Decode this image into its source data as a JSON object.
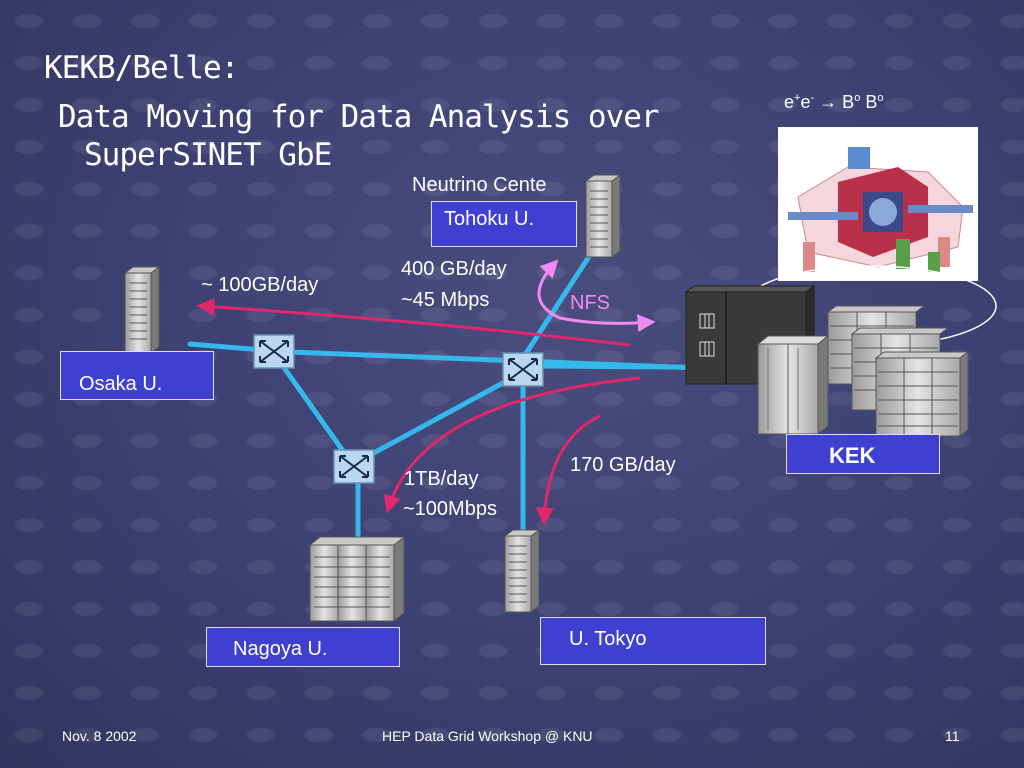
{
  "slide": {
    "title": "KEKB/Belle:",
    "subtitle": "Data Moving for Data Analysis over SuperSINET GbE"
  },
  "reaction": {
    "e": "e",
    "plus": "+",
    "minus": "-",
    "arrow": "→",
    "b": "B",
    "o": "o"
  },
  "sites": {
    "neutrino_center": "Neutrino Cente",
    "tohoku": "Tohoku U.",
    "osaka": "Osaka U.",
    "nagoya": "Nagoya U.",
    "utokyo": "U. Tokyo",
    "kek": "KEK"
  },
  "links": {
    "osaka_rate": "~ 100GB/day",
    "tohoku_rate_1": "400 GB/day",
    "tohoku_rate_2": "~45 Mbps",
    "nfs": "NFS",
    "nagoya_rate_1": "1TB/day",
    "nagoya_rate_2": "~100Mbps",
    "utokyo_rate": "170 GB/day"
  },
  "footer": {
    "date": "Nov. 8 2002",
    "event": "HEP Data Grid Workshop @ KNU",
    "page": "11"
  },
  "colors": {
    "network_line": "#35b8ec",
    "transfer_arrow": "#e0286a",
    "nfs_arrow": "#f089f2",
    "site_box": "#3f3fd2"
  }
}
